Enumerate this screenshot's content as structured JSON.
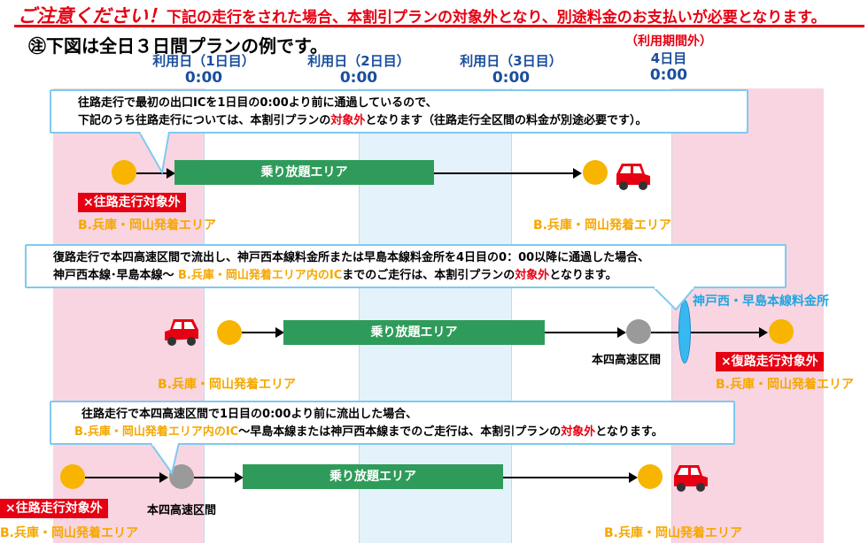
{
  "header": {
    "warning_title": "ご注意ください！",
    "warning_text": "下記の走行をされた場合、本割引プランの対象外となり、別途料金のお支払いが必要となります。",
    "note_mark": "㊟",
    "note_text": "下図は全日３日間プランの例です。"
  },
  "days": [
    {
      "label": "利用日（1日目）",
      "time": "0:00"
    },
    {
      "label": "利用日（2日目）",
      "time": "0:00"
    },
    {
      "label": "利用日（3日目）",
      "time": "0:00"
    },
    {
      "top": "（利用期間外）",
      "label": "4日目",
      "time": "0:00"
    }
  ],
  "scenario1": {
    "box_line1": "往路走行で最初の出口ICを1日目の0:00より前に通過しているので、",
    "box_line2a": "下記のうち往路走行については、本割引プランの",
    "box_line2b": "対象外",
    "box_line2c": "となります（往路走行全区間の料金が別途必要です）。",
    "zone": "乗り放題エリア",
    "badge": "×往路走行対象外",
    "area_left": "B.兵庫・岡山発着エリア",
    "area_right": "B.兵庫・岡山発着エリア"
  },
  "scenario2": {
    "box_line1": "復路走行で本四高速区間で流出し、神戸西本線料金所または早島本線料金所を4日目の0：00以降に通過した場合、",
    "box_line2a": "神戸西本線･早島本線～ ",
    "box_line2b": "B.兵庫・岡山発着エリア内のIC",
    "box_line2c": "までのご走行は、本割引プランの",
    "box_line2d": "対象外",
    "box_line2e": "となります。",
    "toll": "神戸西・早島本線料金所",
    "zone": "乗り放題エリア",
    "honshi": "本四高速区間",
    "badge": "×復路走行対象外",
    "area_left": "B.兵庫・岡山発着エリア",
    "area_right": "B.兵庫・岡山発着エリア"
  },
  "scenario3": {
    "box_line1": "往路走行で本四高速区間で1日目の0:00より前に流出した場合、",
    "box_line2a": "B.兵庫・岡山発着エリア内のIC",
    "box_line2b": "～早島本線または神戸西本線までのご走行は、本割引プランの",
    "box_line2c": "対象外",
    "box_line2d": "となります。",
    "zone": "乗り放題エリア",
    "honshi": "本四高速区間",
    "badge": "×往路走行対象外",
    "area_left": "B.兵庫・岡山発着エリア",
    "area_right": "B.兵庫・岡山発着エリア"
  },
  "colors": {
    "red": "#e60012",
    "green": "#2f9b5a",
    "orange": "#f5a700",
    "blue": "#1a4f9c",
    "pink": "#f9d5e2"
  }
}
